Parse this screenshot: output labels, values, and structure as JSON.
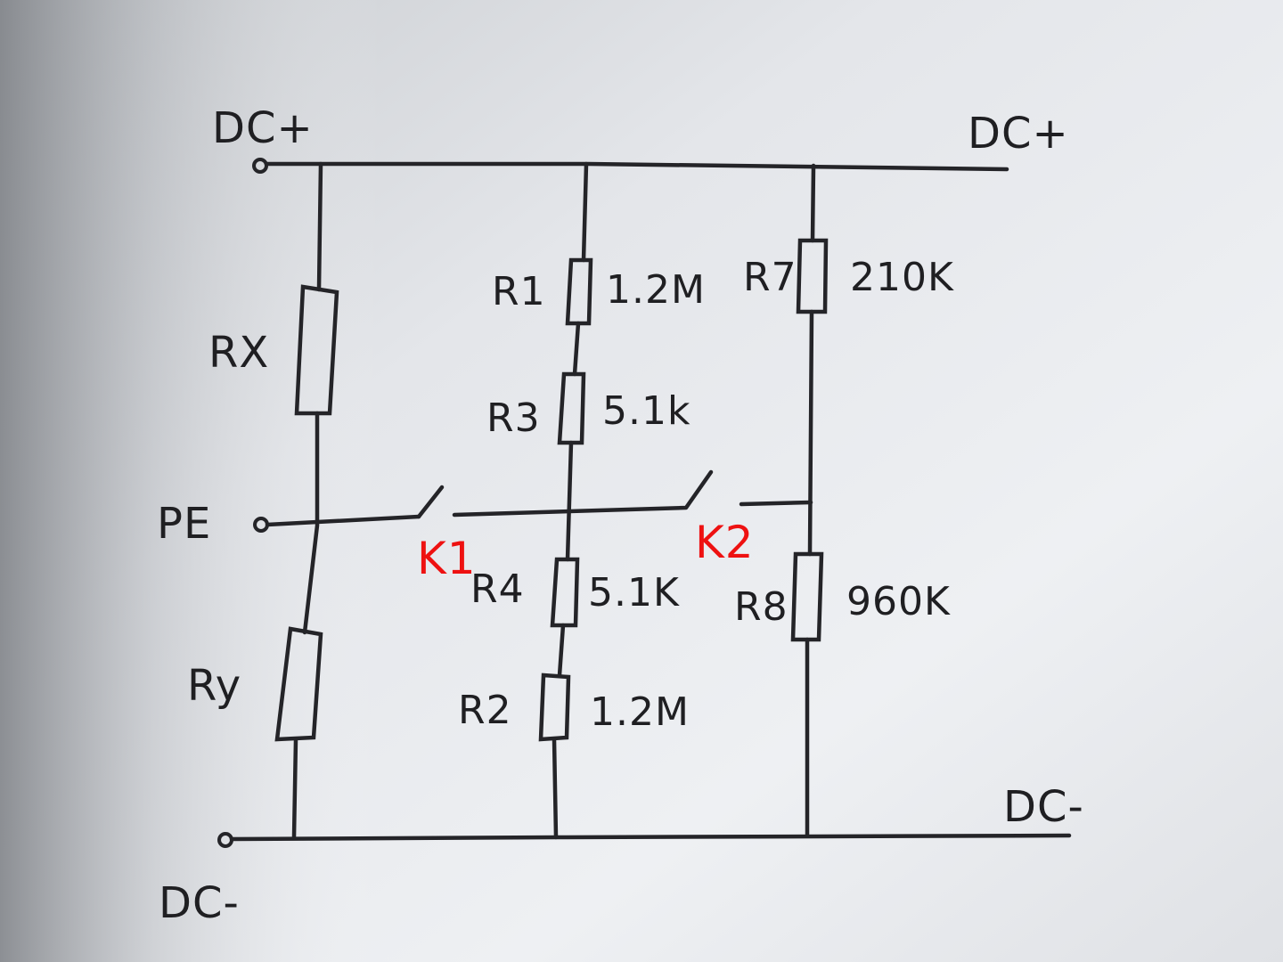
{
  "labels": {
    "dc_plus_left": "DC+",
    "dc_plus_right": "DC+",
    "dc_minus_left": "DC-",
    "dc_minus_right": "DC-",
    "pe": "PE",
    "k1": "K1",
    "k2": "K2"
  },
  "resistors": {
    "rx": {
      "name": "RX",
      "value": ""
    },
    "ry": {
      "name": "Ry",
      "value": ""
    },
    "r1": {
      "name": "R1",
      "value": "1.2M"
    },
    "r3": {
      "name": "R3",
      "value": "5.1k"
    },
    "r4": {
      "name": "R4",
      "value": "5.1K"
    },
    "r2": {
      "name": "R2",
      "value": "1.2M"
    },
    "r7": {
      "name": "R7",
      "value": "210K"
    },
    "r8": {
      "name": "R8",
      "value": "960K"
    }
  },
  "colors": {
    "ink": "#242428",
    "switch_label": "#ee1111",
    "paper": "#eef0f3"
  }
}
